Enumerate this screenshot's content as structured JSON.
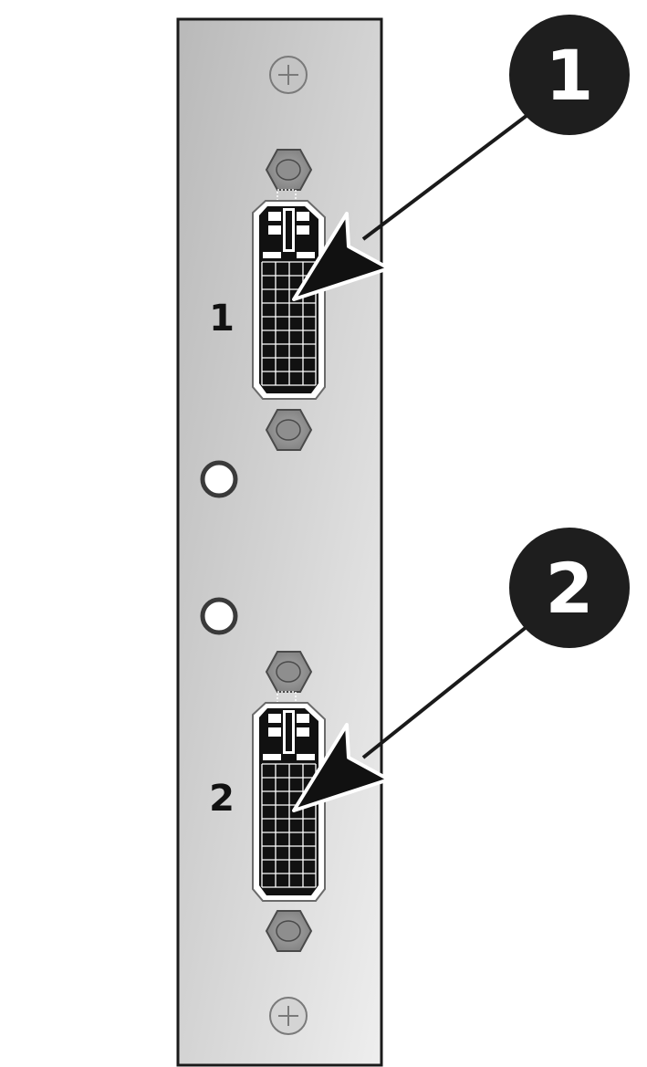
{
  "panel": {
    "port_labels": [
      "1",
      "2"
    ]
  },
  "callouts": [
    {
      "number": "1"
    },
    {
      "number": "2"
    }
  ],
  "colors": {
    "panel_light": "#ececec",
    "panel_dark": "#bdbdbd",
    "outline": "#1a1a1a",
    "callout_fill": "#1e1e1e",
    "callout_text": "#ffffff",
    "connector_body": "#111111",
    "standoff_fill": "#9a9a9a"
  },
  "icons": [
    "screw-plus-icon",
    "hex-standoff-icon",
    "led-indicator-icon",
    "dvi-connector-icon",
    "callout-arrow-icon"
  ]
}
